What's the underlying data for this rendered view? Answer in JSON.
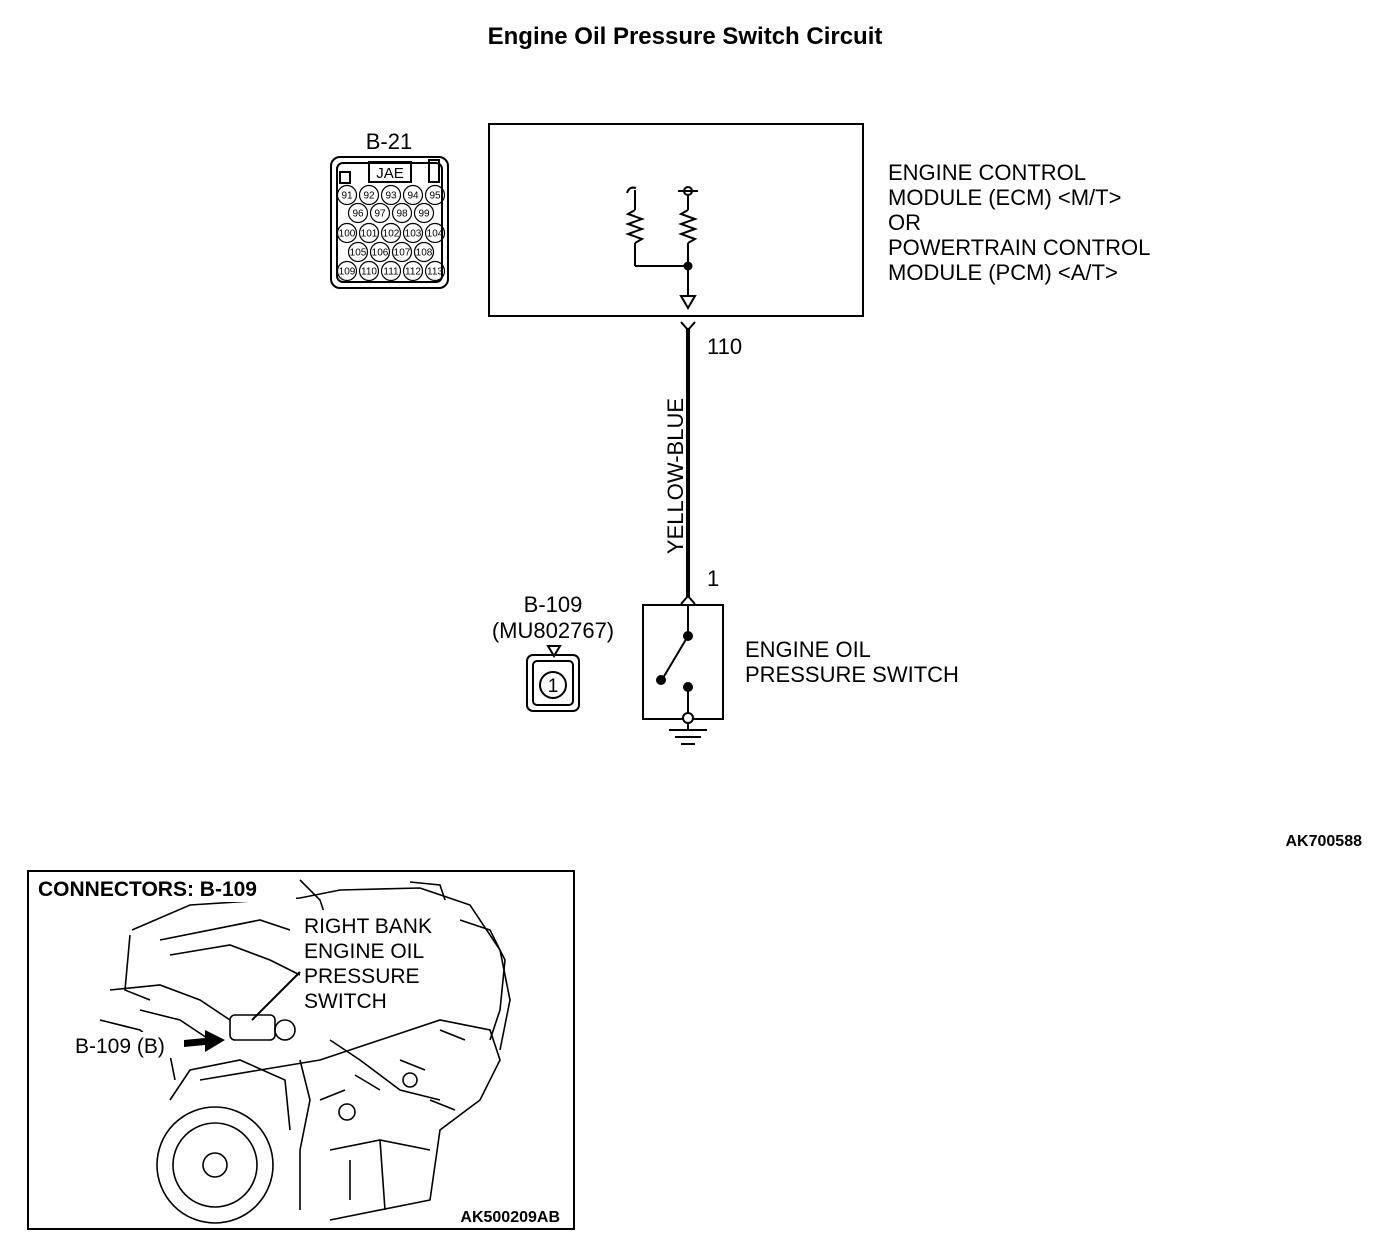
{
  "title": "Engine Oil Pressure Switch Circuit",
  "ecm": {
    "connector_id": "B-21",
    "connector_brand": "JAE",
    "pins": [
      "91",
      "92",
      "93",
      "94",
      "95",
      "96",
      "97",
      "98",
      "99",
      "100",
      "101",
      "102",
      "103",
      "104",
      "105",
      "106",
      "107",
      "108",
      "109",
      "110",
      "111",
      "112",
      "113"
    ],
    "label_lines": [
      "ENGINE CONTROL",
      "MODULE (ECM) <M/T>",
      "OR",
      "POWERTRAIN CONTROL",
      "MODULE (PCM) <A/T>"
    ]
  },
  "wire": {
    "color_label": "YELLOW-BLUE",
    "ecm_pin": "110",
    "switch_pin": "1"
  },
  "switch": {
    "connector_id": "B-109",
    "part_number": "(MU802767)",
    "connector_pin": "1",
    "label_lines": [
      "ENGINE OIL",
      "PRESSURE SWITCH"
    ]
  },
  "figure_code": "AK700588",
  "inset": {
    "heading": "CONNECTORS: B-109",
    "callout_lines": [
      "RIGHT BANK",
      "ENGINE OIL",
      "PRESSURE",
      "SWITCH"
    ],
    "pointer_label": "B-109 (B)",
    "figure_code": "AK500209AB"
  }
}
